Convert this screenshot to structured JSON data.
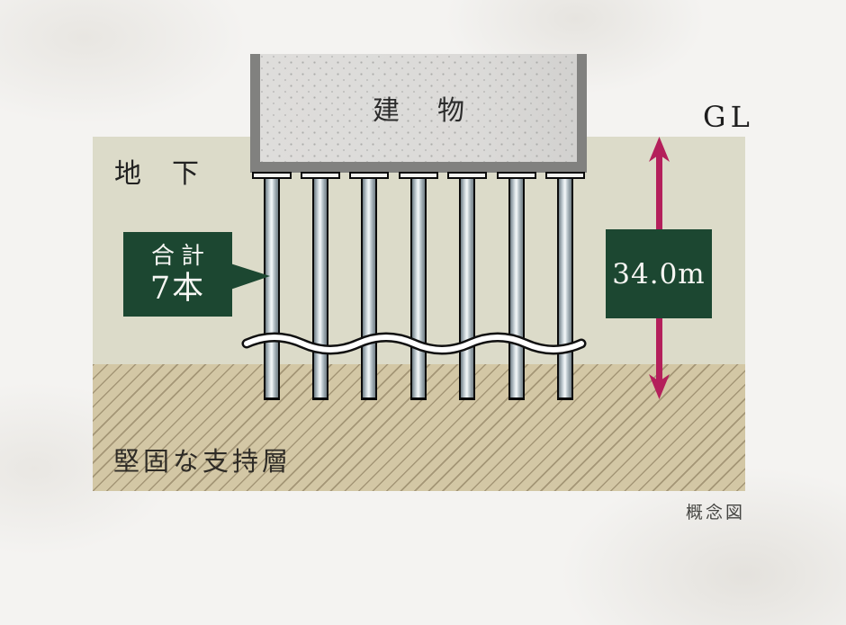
{
  "figure": {
    "caption": "概念図",
    "ground_level_label": "GL",
    "underground_label": "地下",
    "building_label": "建物",
    "support_layer_label": "堅固な支持層",
    "pile_count_callout": {
      "prefix": "合計",
      "value": "7本"
    },
    "depth_measurement": "34.0m",
    "pile_count": 7,
    "colors": {
      "callout_green": "#1c4731",
      "arrow_magenta": "#b41f5b",
      "underground_fill": "#dcdbc9",
      "support_layer_fill": "#d3c7a5",
      "building_frame": "#81817f",
      "background": "#f4f3f1"
    }
  }
}
